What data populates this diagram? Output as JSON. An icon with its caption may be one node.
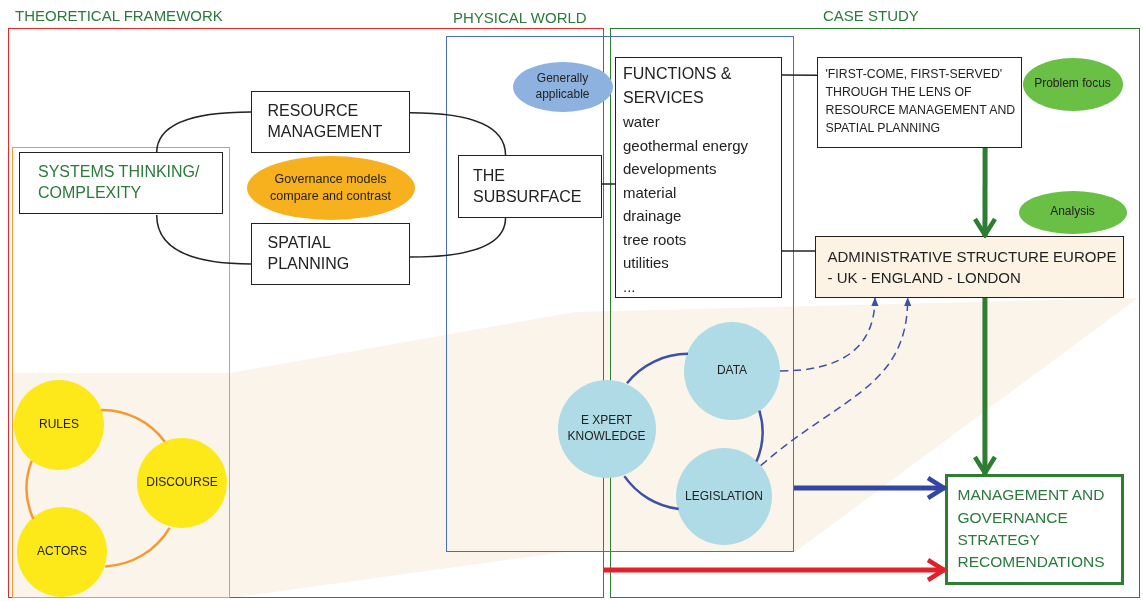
{
  "diagram": {
    "nodes": [
      {
        "text": [
          "THEORETICAL FRAMEWORK"
        ]
      },
      {
        "text": [
          "PHYSICAL WORLD"
        ]
      },
      {
        "text": [
          "CASE STUDY"
        ]
      },
      {
        "text": [],
        "shape": "box",
        "in": 0
      },
      {
        "text": [
          "SYSTEMS THINKING/ COMPLEXITY"
        ],
        "in": 3
      },
      {
        "text": [
          "RESOURCE MANAGEMENT"
        ],
        "in": 0
      },
      {
        "text": [
          "Governance models compare and contrast"
        ],
        "in": 0
      },
      {
        "text": [
          "SPATIAL PLANNING"
        ],
        "in": 0
      },
      {
        "text": [
          "THE SUBSURFACE"
        ]
      },
      {
        "text": [
          "Generally applicable"
        ],
        "in": 1
      },
      {
        "text": [
          "FUNCTIONS & SERVICES",
          "water",
          "geothermal energy",
          "developments",
          "material",
          "drainage",
          "tree roots",
          "utilities",
          "..."
        ]
      },
      {
        "text": [
          "'FIRST-COME, FIRST-SERVED' THROUGH THE LENS OF RESOURCE MANAGEMENT AND SPATIAL PLANNING"
        ],
        "in": 2
      },
      {
        "text": [
          "Problem focus"
        ],
        "in": 2
      },
      {
        "text": [
          "Analysis"
        ],
        "in": 2
      },
      {
        "text": [
          "ADMINISTRATIVE STRUCTURE EUROPE - UK - ENGLAND - LONDON"
        ],
        "in": 2
      },
      {
        "text": [
          "E XPERT KNOWLEDGE"
        ],
        "in": 1
      },
      {
        "text": [
          "DATA"
        ]
      },
      {
        "text": [
          "LEGISLATION"
        ]
      },
      {
        "text": [
          "RULES"
        ],
        "in": 3
      },
      {
        "text": [
          "DISCOURSE"
        ],
        "in": 3
      },
      {
        "text": [
          "ACTORS"
        ],
        "in": 3
      },
      {
        "text": [
          "MANAGEMENT AND GOVERNANCE STRATEGY RECOMENDATIONS"
        ],
        "in": 2
      }
    ],
    "edges": [
      {
        "from": 4,
        "to": 5,
        "arrow": "none"
      },
      {
        "from": 4,
        "to": 7,
        "arrow": "none"
      },
      {
        "from": 5,
        "to": 8,
        "arrow": "none"
      },
      {
        "from": 7,
        "to": 8,
        "arrow": "none"
      },
      {
        "from": 8,
        "to": 10,
        "arrow": "none"
      },
      {
        "from": 10,
        "to": 11,
        "arrow": "none"
      },
      {
        "from": 10,
        "to": 14,
        "arrow": "none"
      },
      {
        "from": 11,
        "to": 14,
        "arrow": "to",
        "style": "thick",
        "color": "#2e7d32"
      },
      {
        "from": 14,
        "to": 21,
        "arrow": "to",
        "style": "thick",
        "color": "#2e7d32"
      },
      {
        "from": 16,
        "to": 14,
        "arrow": "to",
        "style": "dashed",
        "color": "#3f51a3"
      },
      {
        "from": 17,
        "to": 14,
        "arrow": "to",
        "style": "dashed",
        "color": "#3f51a3"
      },
      {
        "from": 1,
        "to": 21,
        "arrow": "to",
        "style": "thick",
        "color": "#3346a0"
      },
      {
        "from": 0,
        "to": 21,
        "arrow": "to",
        "style": "thick",
        "color": "#e0202a"
      },
      {
        "from": 15,
        "to": 16,
        "arrow": "none",
        "color": "#3f51a3"
      },
      {
        "from": 16,
        "to": 17,
        "arrow": "none",
        "color": "#3f51a3"
      },
      {
        "from": 17,
        "to": 15,
        "arrow": "none",
        "color": "#3f51a3"
      },
      {
        "from": 18,
        "to": 19,
        "arrow": "none",
        "color": "#f39a33"
      },
      {
        "from": 19,
        "to": 20,
        "arrow": "none",
        "color": "#f39a33"
      },
      {
        "from": 20,
        "to": 18,
        "arrow": "none",
        "color": "#f39a33"
      },
      {
        "from": 14,
        "to": 3,
        "arrow": "both",
        "style": "thick",
        "color": "#fbf4ea"
      }
    ]
  }
}
